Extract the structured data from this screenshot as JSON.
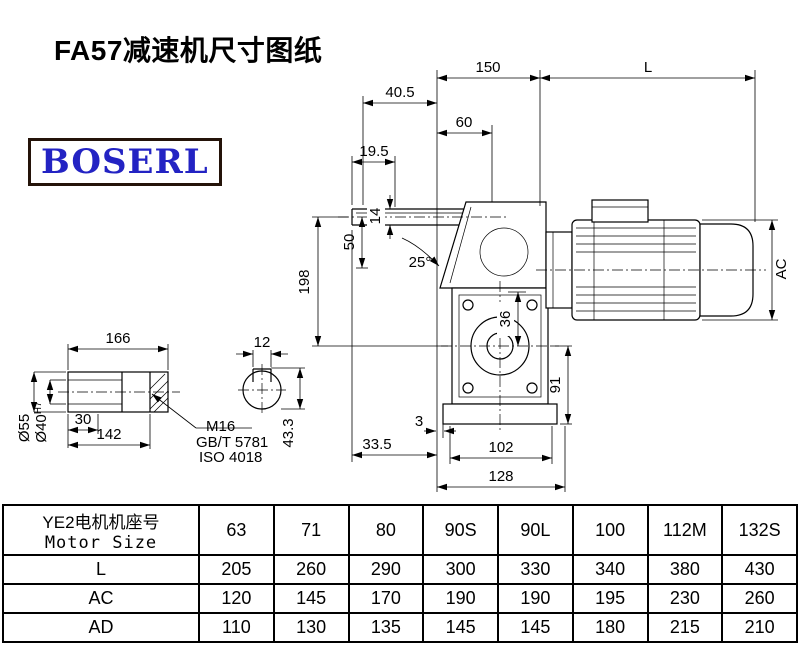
{
  "page": {
    "title": "FA57减速机尺寸图纸",
    "logo": "BOSERL"
  },
  "dims": {
    "d150": "150",
    "dL": "L",
    "d40_5": "40.5",
    "d60": "60",
    "d19_5": "19.5",
    "d14": "14",
    "d50": "50",
    "angle": "25°",
    "d198": "198",
    "dAC": "AC",
    "d36": "36",
    "d91": "91",
    "d3": "3",
    "d33_5": "33.5",
    "d102": "102",
    "d128": "128",
    "d166": "166",
    "d12": "12",
    "d30": "30",
    "d142": "142",
    "d55": "Ø55",
    "d40": "Ø40",
    "d40tol": "H7",
    "m16": "M16",
    "gbt": "GB/T 5781",
    "iso": "ISO 4018",
    "d43_3": "43.3"
  },
  "table": {
    "header_cn": "YE2电机机座号",
    "header_en": "Motor Size",
    "columns": [
      "63",
      "71",
      "80",
      "90S",
      "90L",
      "100",
      "112M",
      "132S"
    ],
    "rows": [
      {
        "label": "L",
        "values": [
          "205",
          "260",
          "290",
          "300",
          "330",
          "340",
          "380",
          "430"
        ]
      },
      {
        "label": "AC",
        "values": [
          "120",
          "145",
          "170",
          "190",
          "190",
          "195",
          "230",
          "260"
        ]
      },
      {
        "label": "AD",
        "values": [
          "110",
          "130",
          "135",
          "145",
          "145",
          "180",
          "215",
          "210"
        ]
      }
    ]
  }
}
